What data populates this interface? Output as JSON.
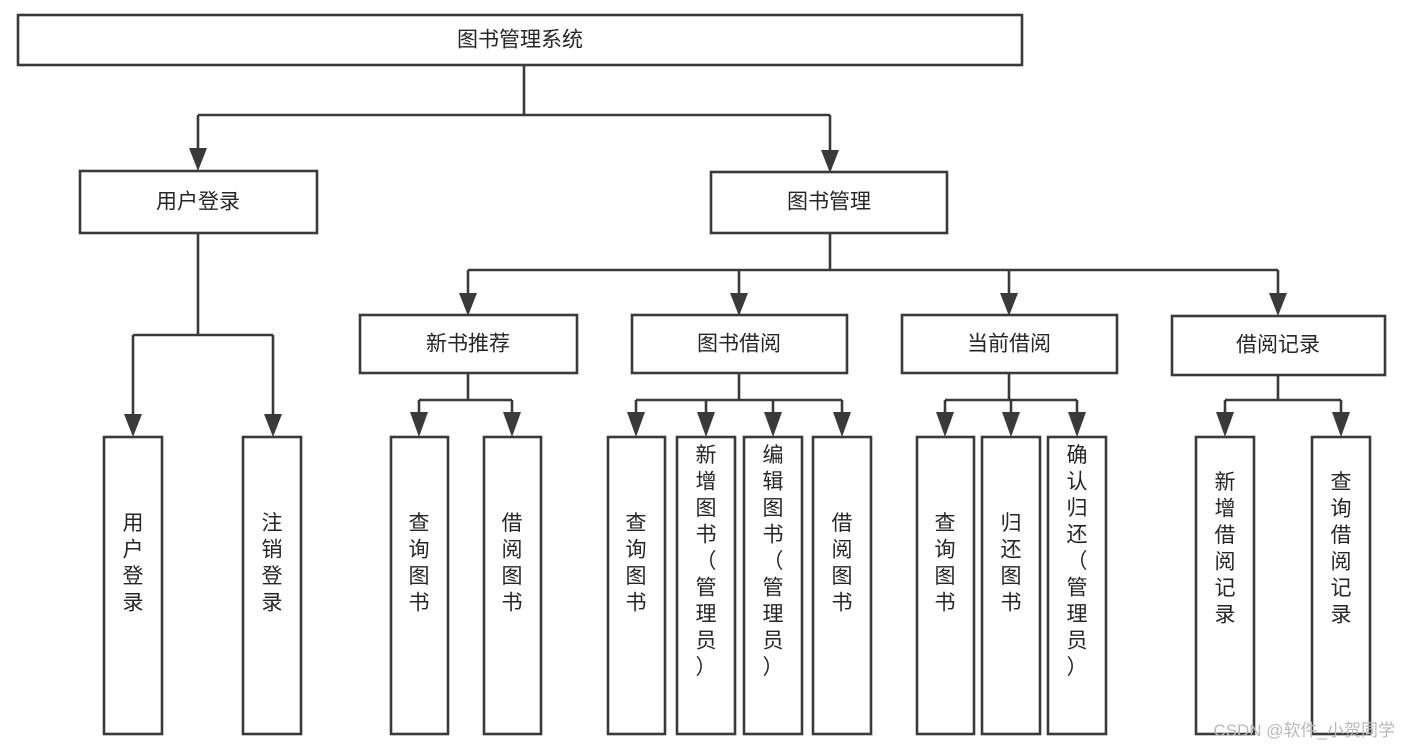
{
  "diagram": {
    "title": "图书管理系统",
    "type": "tree-hierarchy-chart",
    "orientation": "top-down",
    "background_color": "#ffffff",
    "box_stroke_color": "#3a3a3a",
    "box_fill_color": "#ffffff",
    "text_color": "#262626",
    "connector_color": "#3a3a3a"
  },
  "nodes": {
    "root": {
      "label": "图书管理系统",
      "level": 0
    },
    "l1": [
      {
        "id": "user-login",
        "label": "用户登录",
        "level": 1
      },
      {
        "id": "book-manage",
        "label": "图书管理",
        "level": 1
      }
    ],
    "l2": [
      {
        "id": "new-book-recommend",
        "label": "新书推荐",
        "level": 2,
        "parent": "book-manage"
      },
      {
        "id": "book-borrow",
        "label": "图书借阅",
        "level": 2,
        "parent": "book-manage"
      },
      {
        "id": "current-borrow",
        "label": "当前借阅",
        "level": 2,
        "parent": "book-manage"
      },
      {
        "id": "borrow-record",
        "label": "借阅记录",
        "level": 2,
        "parent": "book-manage"
      }
    ],
    "leaves": {
      "user_login": [
        {
          "id": "leaf-user-login",
          "label": "用户登录"
        },
        {
          "id": "leaf-logout-login",
          "label": "注销登录"
        }
      ],
      "new_book_recommend": [
        {
          "id": "leaf-query-book-1",
          "label": "查询图书"
        },
        {
          "id": "leaf-borrow-book-1",
          "label": "借阅图书"
        }
      ],
      "book_borrow": [
        {
          "id": "leaf-query-book-2",
          "label": "查询图书"
        },
        {
          "id": "leaf-add-book",
          "label": "新增图书（管理员）"
        },
        {
          "id": "leaf-edit-book",
          "label": "编辑图书（管理员）"
        },
        {
          "id": "leaf-borrow-book-2",
          "label": "借阅图书"
        }
      ],
      "current_borrow": [
        {
          "id": "leaf-query-book-3",
          "label": "查询图书"
        },
        {
          "id": "leaf-return-book",
          "label": "归还图书"
        },
        {
          "id": "leaf-confirm-return",
          "label": "确认归还（管理员）"
        }
      ],
      "borrow_record": [
        {
          "id": "leaf-add-borrow-record",
          "label": "新增借阅记录"
        },
        {
          "id": "leaf-query-borrow-record",
          "label": "查询借阅记录"
        }
      ]
    }
  },
  "watermark": {
    "text": "CSDN @软件_小贺同学",
    "color": "#b9b9b9"
  }
}
